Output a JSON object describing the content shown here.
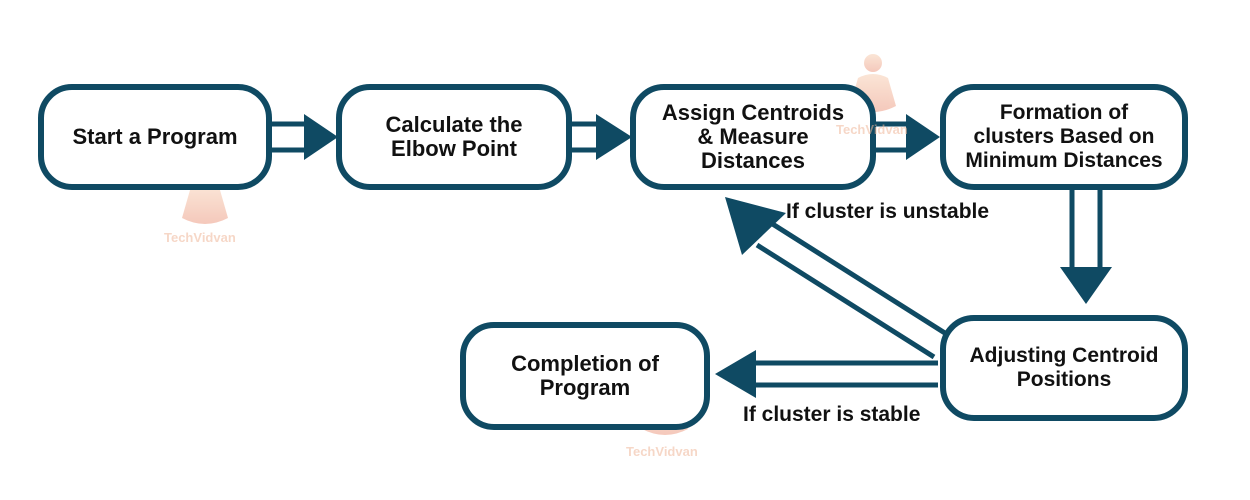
{
  "nodes": {
    "start": "Start a Program",
    "elbow": "Calculate the\nElbow Point",
    "assign": "Assign Centroids\n& Measure\nDistances",
    "formation": "Formation of\nclusters Based on\nMinimum Distances",
    "adjust": "Adjusting Centroid\nPositions",
    "completion": "Completion of\nProgram"
  },
  "conditions": {
    "unstable": "If cluster is unstable",
    "stable": "If cluster is stable"
  },
  "watermark": "TechVidvan",
  "colors": {
    "stroke": "#0f4a63",
    "text": "#111111",
    "watermark": "#f0b79a"
  }
}
